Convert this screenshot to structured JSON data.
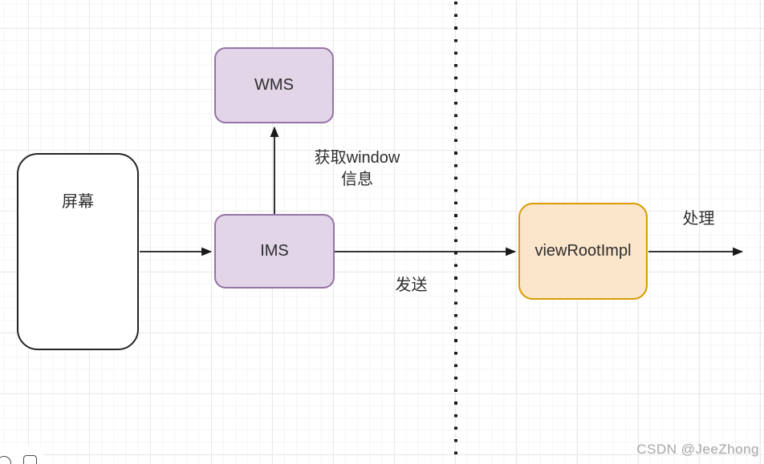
{
  "diagram": {
    "nodes": {
      "screen": {
        "label": "屏幕"
      },
      "wms": {
        "label": "WMS"
      },
      "ims": {
        "label": "IMS"
      },
      "view_root_impl": {
        "label": "viewRootImpl"
      }
    },
    "edge_labels": {
      "get_window_info": "获取window\n信息",
      "send": "发送",
      "process": "处理"
    },
    "colors": {
      "purple_fill": "#e1d5e7",
      "purple_border": "#9673a6",
      "orange_fill": "#fbe5cb",
      "orange_border": "#d79b00",
      "plain_fill": "#ffffff",
      "plain_border": "#242424",
      "ink": "#2d2d2d"
    }
  },
  "watermark": {
    "text": "CSDN @JeeZhong"
  }
}
